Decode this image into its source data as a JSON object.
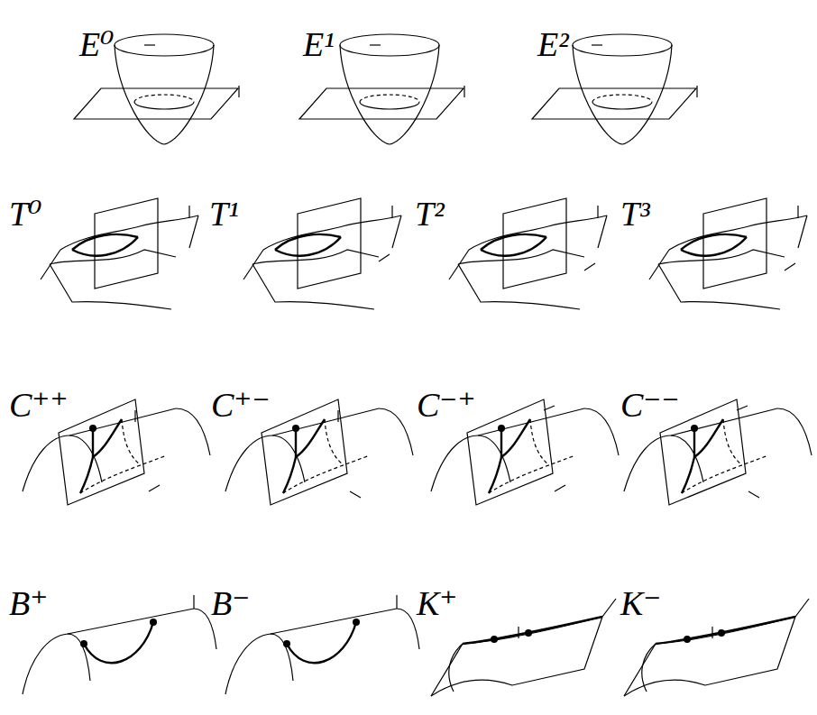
{
  "diagram": {
    "labels": [
      "E⁰",
      "E¹",
      "E²",
      "T⁰",
      "T¹",
      "T²",
      "T³",
      "C⁺⁺",
      "C⁺⁻",
      "C⁻⁺",
      "C⁻⁻",
      "B⁺",
      "B⁻",
      "K⁺",
      "K⁻"
    ]
  }
}
